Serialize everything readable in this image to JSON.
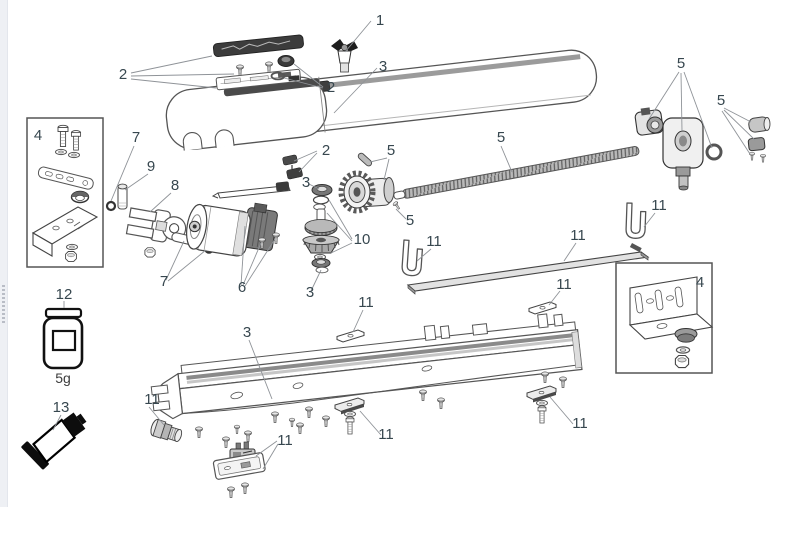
{
  "page": {
    "background": "#ffffff",
    "edge_strip_color": "#eef0f4"
  },
  "diagram": {
    "kind": "exploded-parts-diagram",
    "subject": "linear-actuator-gate-opener",
    "ink_color": "#555555",
    "label_color": "#37474f",
    "leader_line_color": "#8f9398",
    "callouts": [
      {
        "part": "1",
        "target": "release-knob"
      },
      {
        "part": "2",
        "target": "top-cover-and-base-plate"
      },
      {
        "part": "2",
        "target": "cap-and-seal-ring"
      },
      {
        "part": "3",
        "target": "outer-tube"
      },
      {
        "part": "4",
        "target": "front-bracket-kit"
      },
      {
        "part": "7",
        "target": "front-o-ring"
      },
      {
        "part": "9",
        "target": "clevis-pin"
      },
      {
        "part": "8",
        "target": "clevis-fork"
      },
      {
        "part": "2",
        "target": "cable-clamp-parts"
      },
      {
        "part": "3",
        "target": "upper-bearing"
      },
      {
        "part": "5",
        "target": "drive-pin"
      },
      {
        "part": "10",
        "target": "gear-set"
      },
      {
        "part": "3",
        "target": "lower-bearing"
      },
      {
        "part": "5",
        "target": "set-screw"
      },
      {
        "part": "5",
        "target": "lead-screw"
      },
      {
        "part": "5",
        "target": "rear-mount-set"
      },
      {
        "part": "5",
        "target": "rear-bushing-set"
      },
      {
        "part": "7",
        "target": "pin-and-ring"
      },
      {
        "part": "6",
        "target": "motor-and-screws"
      },
      {
        "part": "11",
        "target": "fork-clip-left"
      },
      {
        "part": "11",
        "target": "flat-bar"
      },
      {
        "part": "11",
        "target": "fork-clip-right"
      },
      {
        "part": "11",
        "target": "slide-plate-upper"
      },
      {
        "part": "4",
        "target": "rear-bracket-kit"
      },
      {
        "part": "3",
        "target": "lower-rail"
      },
      {
        "part": "11",
        "target": "cover-plate-top"
      },
      {
        "part": "11",
        "target": "slider-block-mid"
      },
      {
        "part": "11",
        "target": "cable-gland"
      },
      {
        "part": "11",
        "target": "limit-switch-and-tray"
      },
      {
        "part": "11",
        "target": "slider-block-right"
      },
      {
        "part": "12",
        "target": "grease-jar"
      },
      {
        "part": "13",
        "target": "adhesive-tube"
      }
    ],
    "grease_jar": {
      "part": "12",
      "weight_label": "5g"
    },
    "adhesive": {
      "part": "13"
    }
  }
}
